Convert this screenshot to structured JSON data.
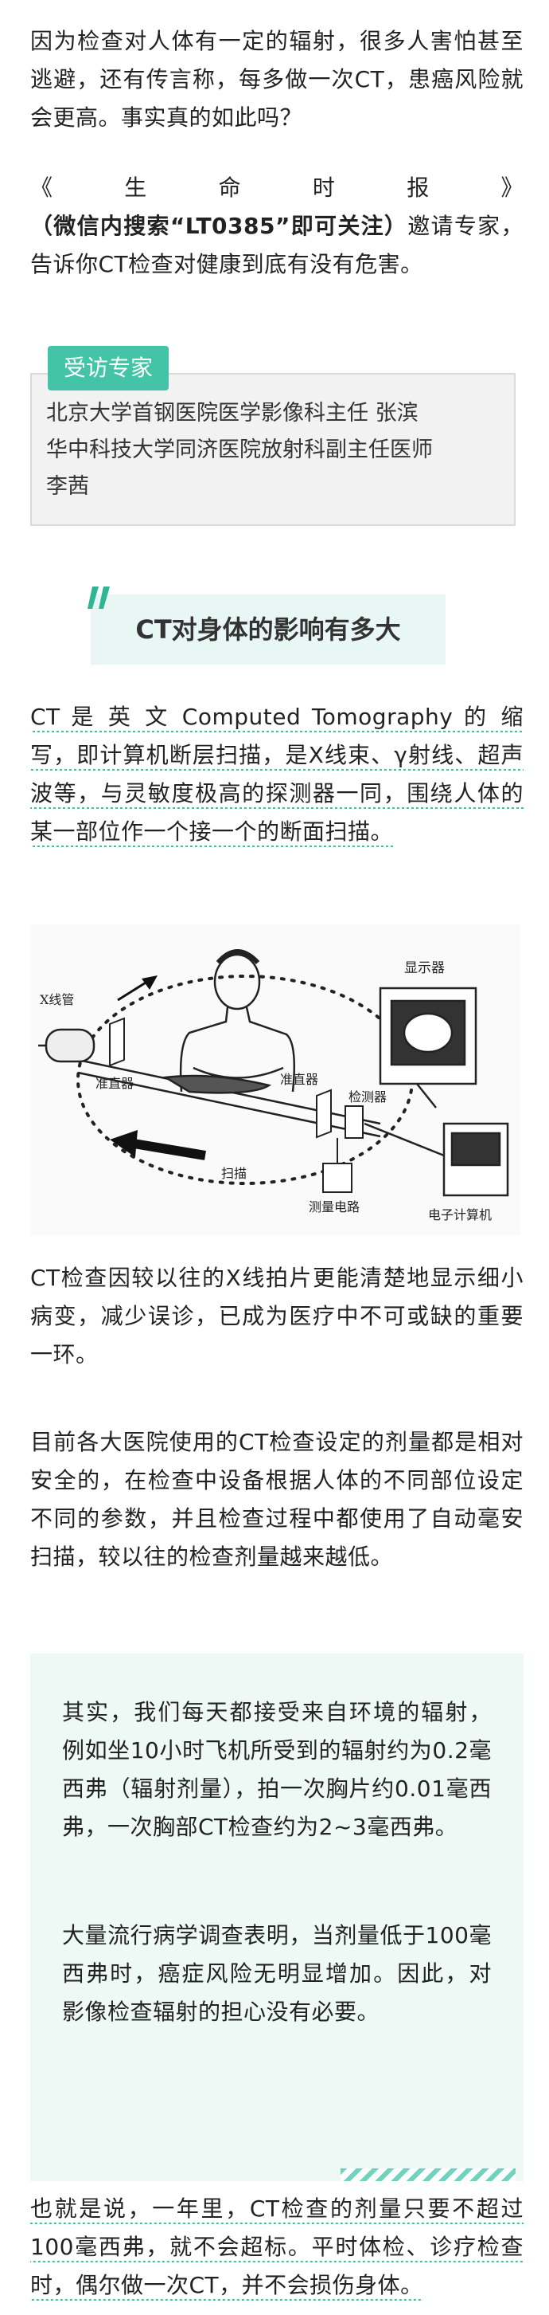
{
  "intro": {
    "p1": "因为检查对人体有一定的辐射，很多人害怕甚至逃避，还有传言称，每多做一次CT，患癌风险就会更高。事实真的如此吗？",
    "p2_a": "《生命时报》",
    "p2_bold": "（微信内搜索“LT0385”即可关注）",
    "p2_b": "邀请专家，告诉你CT检查对健康到底有没有危害。"
  },
  "expert": {
    "badge": "受访专家",
    "line1": "北京大学首钢医院医学影像科主任 张滨",
    "line2": "华中科技大学同济医院放射科副主任医师",
    "line3": "李茜"
  },
  "section": {
    "title": "CT对身体的影响有多大"
  },
  "body": {
    "ct_def": "CT 是 英 文 Computed Tomography 的 缩写，即计算机断层扫描，是X线束、γ射线、超声波等，与灵敏度极高的探测器一同，围绕人体的某一部位作一个接一个的断面扫描。",
    "ct_benefit": "CT检查因较以往的X线拍片更能清楚地显示细小病变，减少误诊，已成为医疗中不可或缺的重要一环。",
    "ct_dose": "目前各大医院使用的CT检查设定的剂量都是相对安全的，在检查中设备根据人体的不同部位设定不同的参数，并且检查过程中都使用了自动毫安扫描，较以往的检查剂量越来越低。"
  },
  "diagram": {
    "label_xray_tube": "X线管",
    "label_collimator_left": "准直器",
    "label_collimator_right": "准直器",
    "label_detector": "检测器",
    "label_display": "显示器",
    "label_scan": "扫描",
    "label_circuit": "测量电路",
    "label_computer": "电子计算机"
  },
  "quote": {
    "p1": "其实，我们每天都接受来自环境的辐射，例如坐10小时飞机所受到的辐射约为0.2毫西弗（辐射剂量），拍一次胸片约0.01毫西弗，一次胸部CT检查约为2~3毫西弗。",
    "p2": "大量流行病学调查表明，当剂量低于100毫西弗时，癌症风险无明显增加。因此，对影像检查辐射的担心没有必要。"
  },
  "conclusion": {
    "text": "也就是说，一年里，CT检查的剂量只要不超过100毫西弗，就不会超标。平时体检、诊疗检查时，偶尔做一次CT，并不会损伤身体。"
  },
  "colors": {
    "accent": "#43c4a6",
    "accent_light": "#eef9f6",
    "text": "#222222"
  }
}
